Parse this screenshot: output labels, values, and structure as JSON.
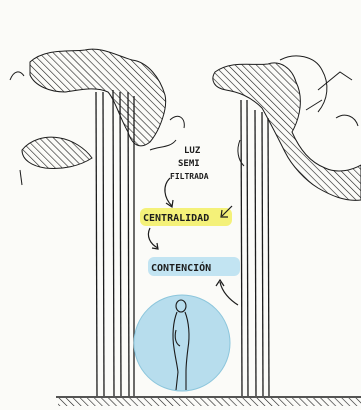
{
  "labels": {
    "luz_line1": "LUZ",
    "luz_line2": "SEMI",
    "luz_line3": "FILTRADA",
    "centralidad": "CENTRALIDAD",
    "contencion": "CONTENCIÓN"
  },
  "colors": {
    "ink": "#1c1c1c",
    "highlight_yellow": "#f3ef6a",
    "highlight_blue": "#bfe3f1",
    "circle_blue": "#b7dded",
    "paper": "#fbfbf8"
  }
}
